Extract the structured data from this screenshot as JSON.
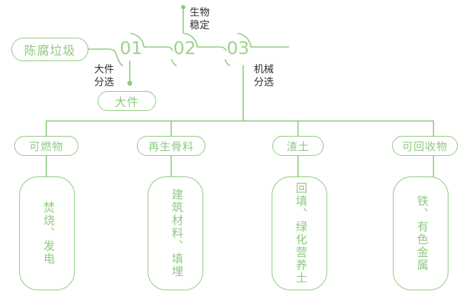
{
  "theme": {
    "line_color": "#8dc97f",
    "accent_color": "#9ed38c",
    "note_color": "#2e2e2e",
    "background": "#ffffff"
  },
  "root": {
    "label": "陈腐垃圾"
  },
  "stages": [
    {
      "number": "01",
      "note": "大件\n分选"
    },
    {
      "number": "02",
      "note": "生物\n稳定"
    },
    {
      "number": "03",
      "note": "机械\n分选"
    }
  ],
  "bulky_output": {
    "label": "大件"
  },
  "outputs": [
    {
      "category": "可燃物",
      "detail": "焚烧、发电"
    },
    {
      "category": "再生骨料",
      "detail": "建筑材料、填埋"
    },
    {
      "category": "渣土",
      "detail": "回填、绿化营养土"
    },
    {
      "category": "可回收物",
      "detail": "铁、有色金属"
    }
  ]
}
